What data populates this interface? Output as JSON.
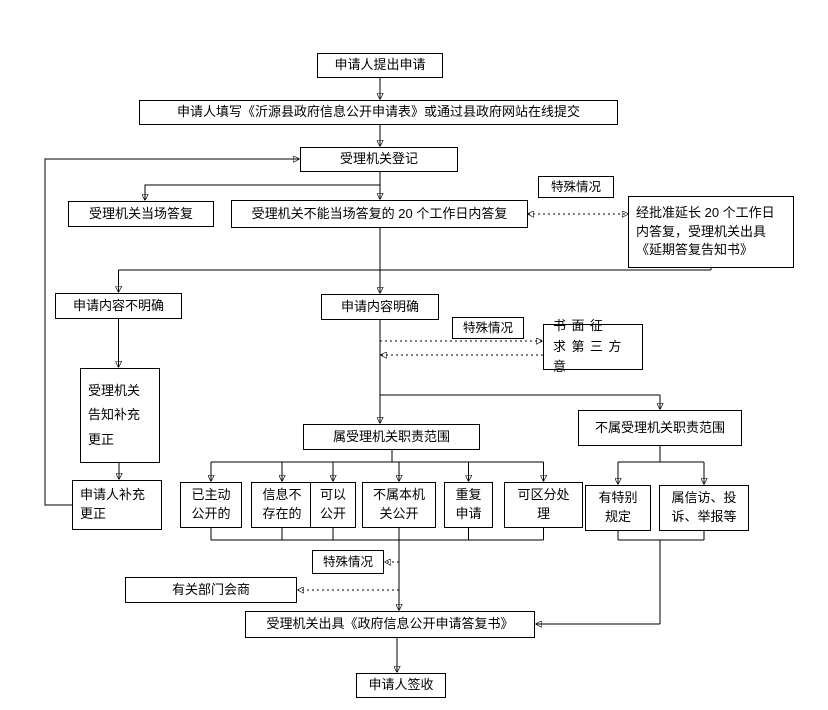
{
  "diagram": {
    "nodes": {
      "apply": "申请人提出申请",
      "fill_form": "申请人填写《沂源县政府信息公开申请表》或通过县政府网站在线提交",
      "register": "受理机关登记",
      "reply_onspot": "受理机关当场答复",
      "reply_20days": "受理机关不能当场答复的 20 个工作日内答复",
      "special_case_top": "特殊情况",
      "extension": "经批准延长 20 个工作日\n内答复，受理机关出具\n《延期答复告知书》",
      "content_unclear": "申请内容不明确",
      "content_clear": "申请内容明确",
      "special_case_mid": "特殊情况",
      "third_party": "书面征\n求第三方意",
      "notify_supplement": "受理机关\n告知补充\n更正",
      "applicant_supplement": "申请人补充\n更正",
      "in_scope": "属受理机关职责范围",
      "out_scope": "不属受理机关职责范围",
      "already_public": "已主动\n公开的",
      "not_exist": "信息不\n存在的",
      "can_public": "可以\n公开",
      "not_this_org": "不属本机\n关公开",
      "repeat_apply": "重复\n申请",
      "separable": "可区分处\n理",
      "special_rule": "有特别\n规定",
      "petition": "属信访、投\n诉、举报等",
      "special_case_bottom": "特殊情况",
      "consult": "有关部门会商",
      "reply_doc": "受理机关出具《政府信息公开申请答复书》",
      "sign": "申请人签收"
    }
  }
}
